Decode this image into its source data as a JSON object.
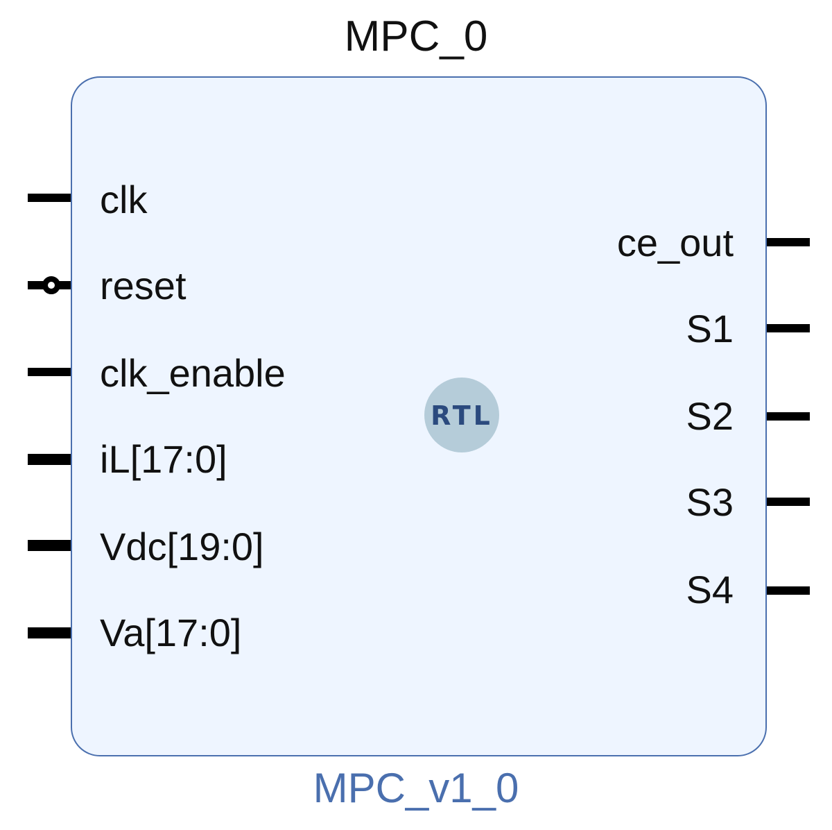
{
  "instance_name": "MPC_0",
  "module_name": "MPC_v1_0",
  "badge_text": "RTL",
  "colors": {
    "block_fill": "#eef5ff",
    "block_border": "#4a6fae",
    "module_name_text": "#4a6fae",
    "badge_circle": "#b5ccd9",
    "badge_text": "#2b4a7e",
    "pin": "#000000"
  },
  "input_ports": [
    {
      "label": "clk",
      "type": "wire",
      "inverted": false
    },
    {
      "label": "reset",
      "type": "wire",
      "inverted": true
    },
    {
      "label": "clk_enable",
      "type": "wire",
      "inverted": false
    },
    {
      "label": "iL[17:0]",
      "type": "bus",
      "inverted": false
    },
    {
      "label": "Vdc[19:0]",
      "type": "bus",
      "inverted": false
    },
    {
      "label": "Va[17:0]",
      "type": "bus",
      "inverted": false
    }
  ],
  "output_ports": [
    {
      "label": "ce_out",
      "type": "wire"
    },
    {
      "label": "S1",
      "type": "wire"
    },
    {
      "label": "S2",
      "type": "wire"
    },
    {
      "label": "S3",
      "type": "wire"
    },
    {
      "label": "S4",
      "type": "wire"
    }
  ]
}
